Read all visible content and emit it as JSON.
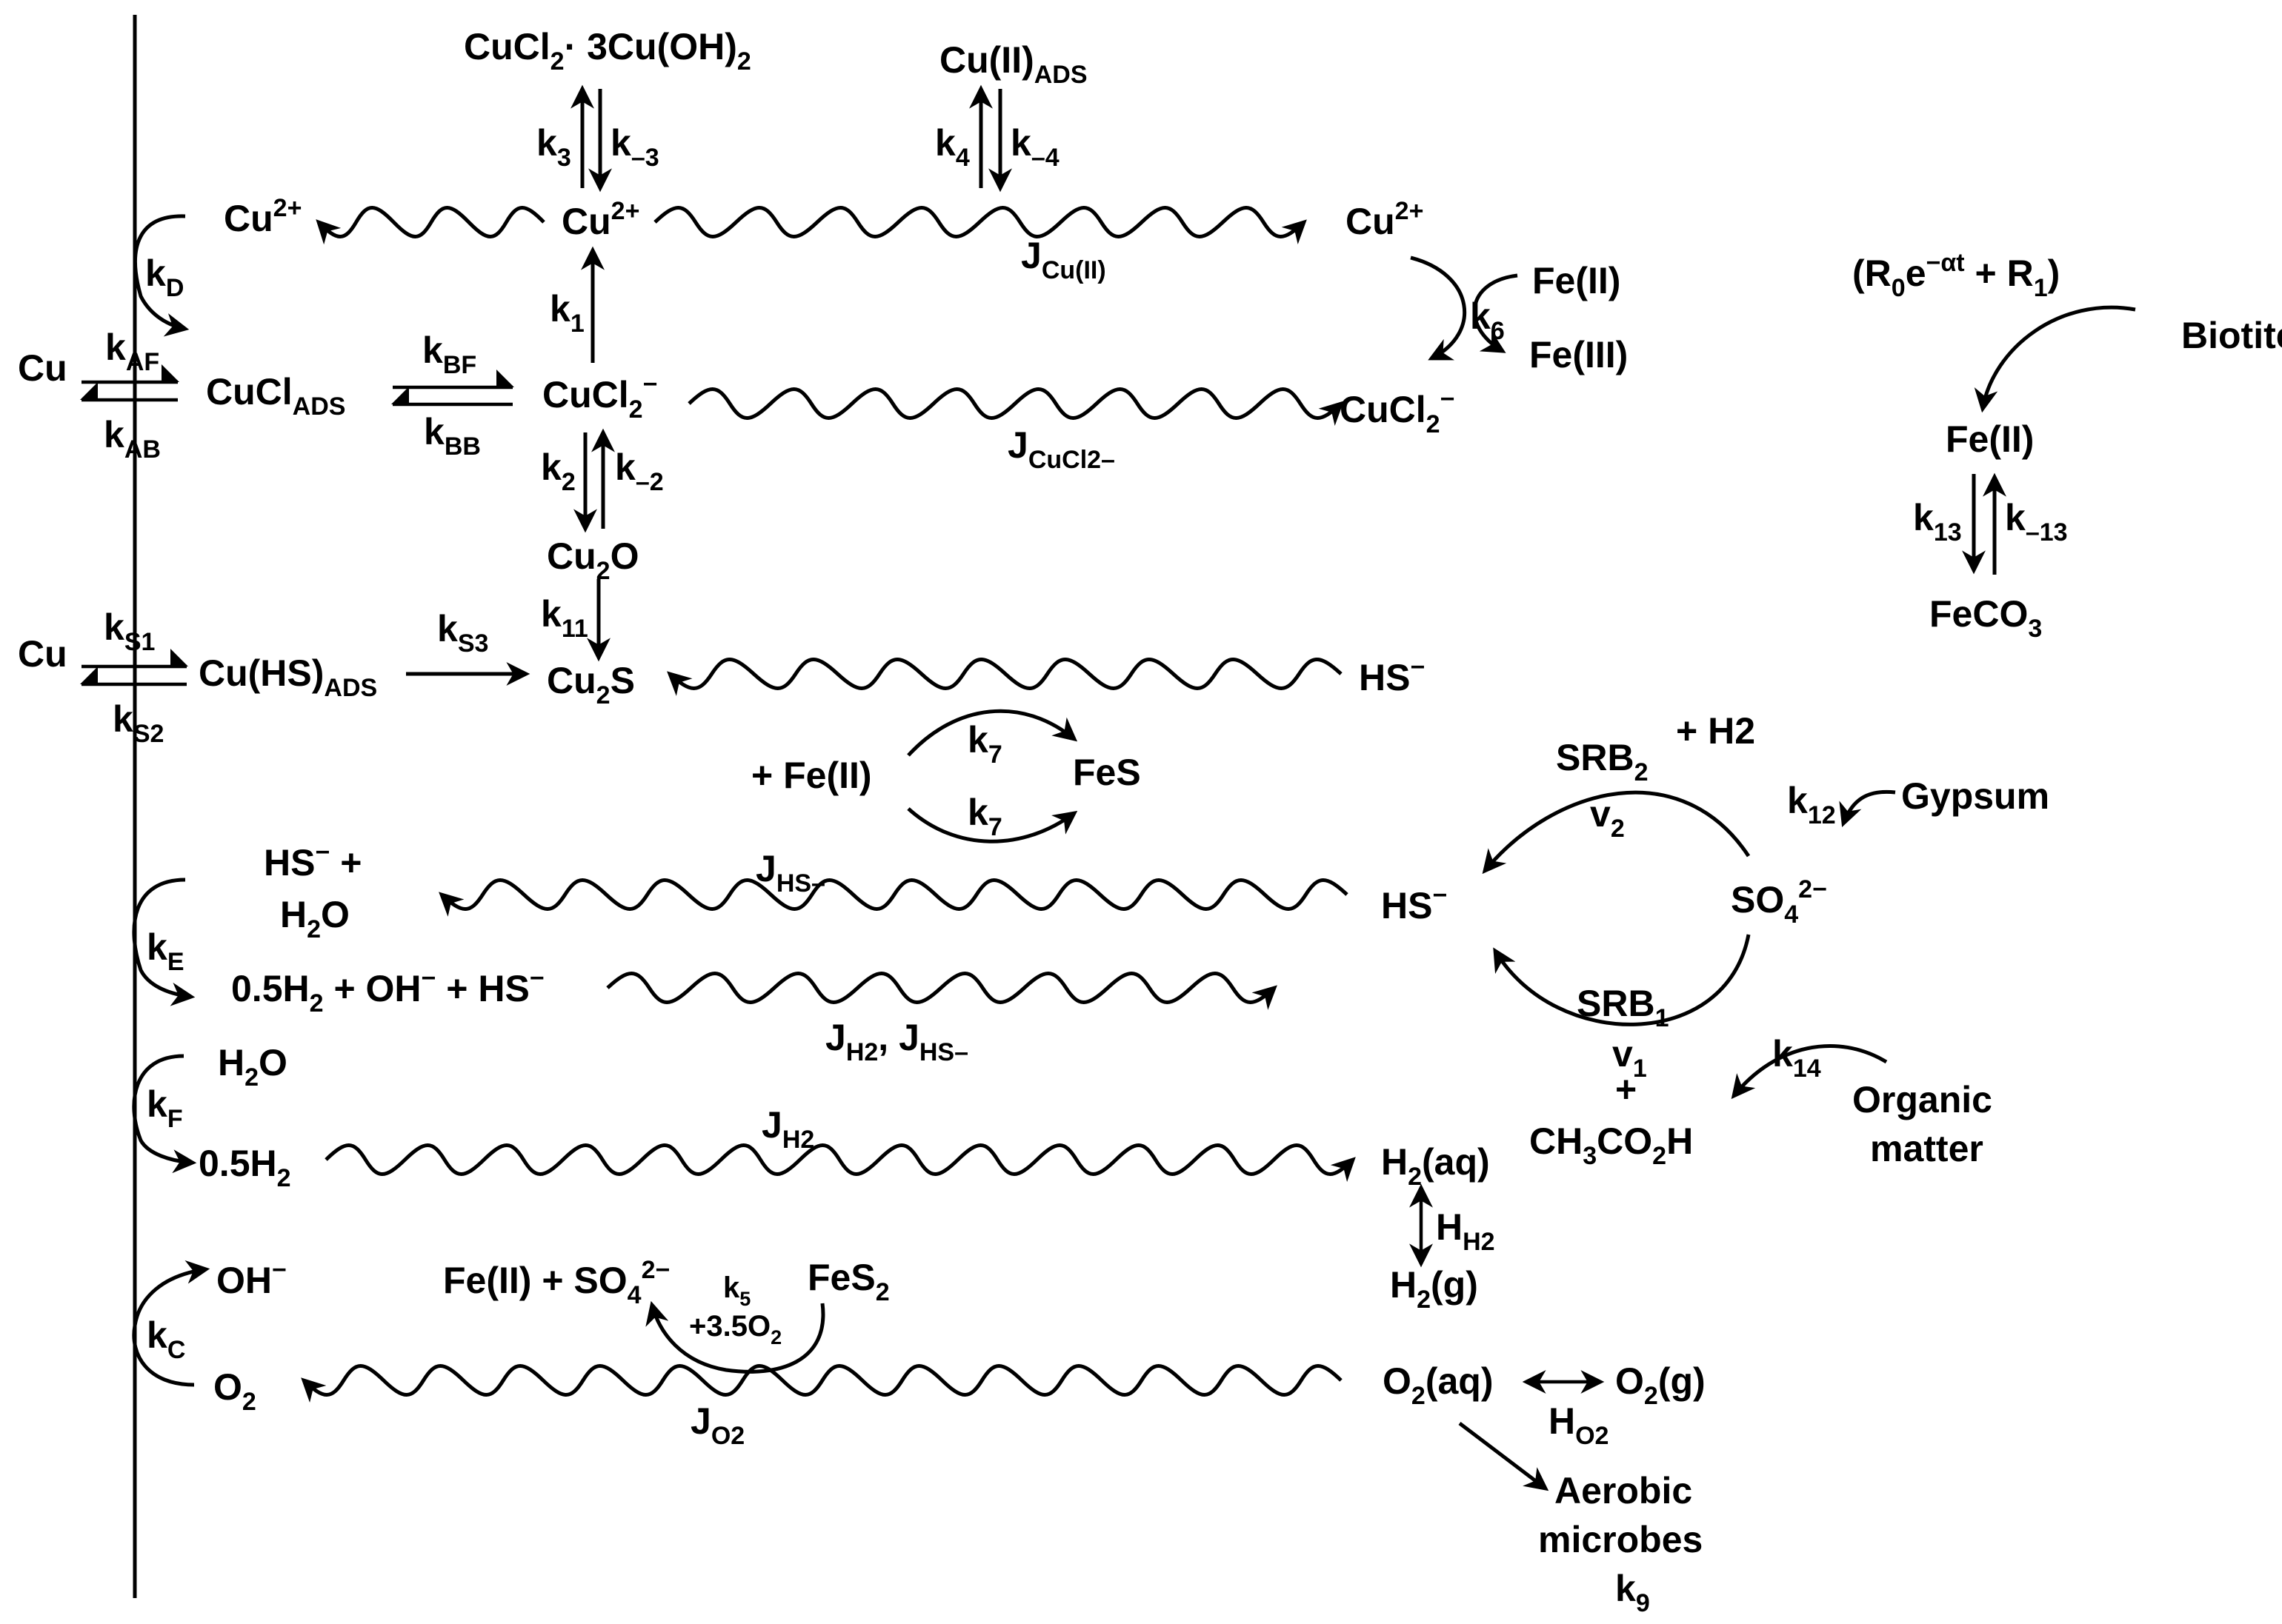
{
  "species": {
    "cu_left": "Cu",
    "cucl_ads": [
      "CuCl",
      "ADS"
    ],
    "cucl2_mid": [
      "CuCl",
      "2",
      "−"
    ],
    "cucl2_right": [
      "CuCl",
      "2",
      "−"
    ],
    "cu2p_left": [
      "Cu",
      "2+"
    ],
    "cu2p_mid": [
      "Cu",
      "2+"
    ],
    "cu2p_right": [
      "Cu",
      "2+"
    ],
    "cucl2_3cuoh2": [
      "CuCl",
      "2",
      "· 3Cu(OH)",
      "2"
    ],
    "cuII_ads": [
      "Cu(II)",
      "ADS"
    ],
    "cu2o": [
      "Cu",
      "2",
      "O"
    ],
    "cu2s": [
      "Cu",
      "2",
      "S"
    ],
    "cu_s": "Cu",
    "cuhs_ads": [
      "Cu(HS)",
      "ADS"
    ],
    "hs_right": [
      "HS",
      "−"
    ],
    "fe_ii_plus": "+ Fe(II)",
    "fes": "FeS",
    "fe_ii_k6": "Fe(II)",
    "fe_iii_k6": "Fe(III)",
    "biotite_rate": [
      "(R",
      "0",
      "e",
      "−αt",
      " + R",
      "1",
      ")"
    ],
    "biotite": "Biotite",
    "fe_ii_biotite": "Fe(II)",
    "feco3": [
      "FeCO",
      "3"
    ],
    "hs_h2o_1": [
      "HS",
      "−",
      " +"
    ],
    "hs_h2o_2": [
      "H",
      "2",
      "O"
    ],
    "h2_oh_hs": [
      "0.5H",
      "2",
      " + OH",
      "−",
      " + HS",
      "−"
    ],
    "h2o_F": [
      "H",
      "2",
      "O"
    ],
    "h2_F": [
      "0.5H",
      "2"
    ],
    "oh_C": [
      "OH",
      "−"
    ],
    "o2_C": [
      "O",
      "2"
    ],
    "fe_so4": [
      "Fe(II) + SO",
      "4",
      "2−"
    ],
    "fes2": [
      "FeS",
      "2"
    ],
    "k5_o2": [
      "+3.5O",
      "2"
    ],
    "hs_srb": [
      "HS",
      "−"
    ],
    "so4": [
      "SO",
      "4",
      "2−"
    ],
    "gypsum": "Gypsum",
    "srb2": [
      "SRB",
      "2"
    ],
    "plus_h2": [
      "+ H",
      "2"
    ],
    "v2": [
      "v",
      "2"
    ],
    "srb1": [
      "SRB",
      "1"
    ],
    "v1": [
      "v",
      "1"
    ],
    "plus": "+",
    "ch3co2h": [
      "CH",
      "3",
      "CO",
      "2",
      "H"
    ],
    "organic_1": "Organic",
    "organic_2": "matter",
    "h2aq": [
      "H",
      "2",
      "(aq)"
    ],
    "h2g": [
      "H",
      "2",
      "(g)"
    ],
    "o2aq": [
      "O",
      "2",
      "(aq)"
    ],
    "o2g": [
      "O",
      "2",
      "(g)"
    ],
    "aerobic_1": "Aerobic",
    "aerobic_2": "microbes",
    "k9": [
      "k",
      "9"
    ]
  },
  "rate_constants": {
    "kD": [
      "k",
      "D"
    ],
    "kAF": [
      "k",
      "AF"
    ],
    "kAB": [
      "k",
      "AB"
    ],
    "kBF": [
      "k",
      "BF"
    ],
    "kBB": [
      "k",
      "BB"
    ],
    "k1": [
      "k",
      "1"
    ],
    "k2": [
      "k",
      "2"
    ],
    "k_2": [
      "k",
      "–2"
    ],
    "k3": [
      "k",
      "3"
    ],
    "k_3": [
      "k",
      "–3"
    ],
    "k4": [
      "k",
      "4"
    ],
    "k_4": [
      "k",
      "–4"
    ],
    "k6": [
      "k",
      "6"
    ],
    "k11": [
      "k",
      "11"
    ],
    "kS1": [
      "k",
      "S1"
    ],
    "kS2": [
      "k",
      "S2"
    ],
    "kS3": [
      "k",
      "S3"
    ],
    "k7a": [
      "k",
      "7"
    ],
    "k7b": [
      "k",
      "7"
    ],
    "k13": [
      "k",
      "13"
    ],
    "k_13": [
      "k",
      "–13"
    ],
    "k12": [
      "k",
      "12"
    ],
    "k14": [
      "k",
      "14"
    ],
    "kE": [
      "k",
      "E"
    ],
    "kF": [
      "k",
      "F"
    ],
    "kC": [
      "k",
      "C"
    ],
    "k5": [
      "k",
      "5"
    ],
    "HH2": [
      "H",
      "H2"
    ],
    "HO2": [
      "H",
      "O2"
    ]
  },
  "fluxes": {
    "JCuII": [
      "J",
      "Cu(II)"
    ],
    "JCuCl2": [
      "J",
      "CuCl2–"
    ],
    "JHS": [
      "J",
      "HS–"
    ],
    "JH2HS": [
      "J",
      "H2",
      ", J",
      "HS–"
    ],
    "JH2": [
      "J",
      "H2"
    ],
    "JO2": [
      "J",
      "O2"
    ]
  }
}
